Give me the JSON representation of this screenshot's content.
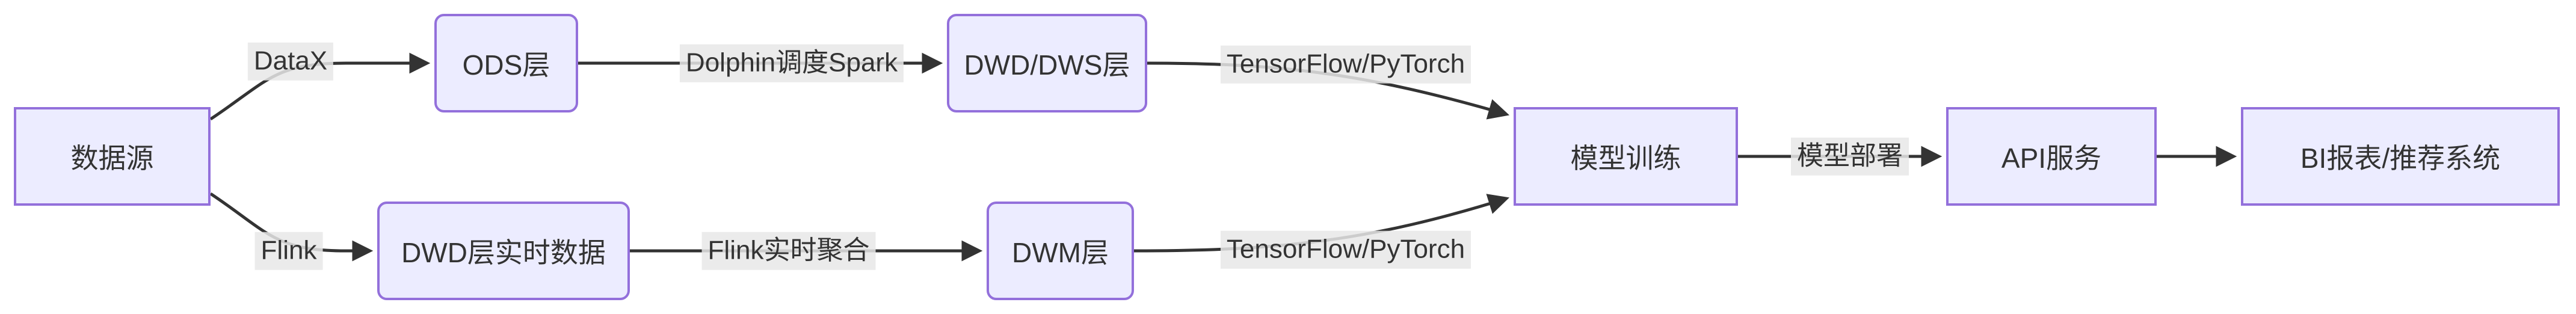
{
  "diagram": {
    "type": "flowchart",
    "direction": "left-to-right",
    "colors": {
      "background": "#ffffff",
      "node_fill": "#ECECFF",
      "node_border": "#9370DB",
      "edge": "#333333",
      "edge_label_bg": "#e8e8e8",
      "text": "#333333"
    },
    "nodes": [
      {
        "id": "datasource",
        "label": "数据源",
        "shape": "rect"
      },
      {
        "id": "ods",
        "label": "ODS层",
        "shape": "rounded"
      },
      {
        "id": "dwd_dws",
        "label": "DWD/DWS层",
        "shape": "rounded"
      },
      {
        "id": "dwd_rt",
        "label": "DWD层实时数据",
        "shape": "rounded"
      },
      {
        "id": "dwm",
        "label": "DWM层",
        "shape": "rounded"
      },
      {
        "id": "train",
        "label": "模型训练",
        "shape": "rect"
      },
      {
        "id": "api",
        "label": "API服务",
        "shape": "rect"
      },
      {
        "id": "bi",
        "label": "BI报表/推荐系统",
        "shape": "rect"
      }
    ],
    "edges": [
      {
        "from": "datasource",
        "to": "ods",
        "label": "DataX"
      },
      {
        "from": "ods",
        "to": "dwd_dws",
        "label": "Dolphin调度Spark"
      },
      {
        "from": "dwd_dws",
        "to": "train",
        "label": "TensorFlow/PyTorch"
      },
      {
        "from": "datasource",
        "to": "dwd_rt",
        "label": "Flink"
      },
      {
        "from": "dwd_rt",
        "to": "dwm",
        "label": "Flink实时聚合"
      },
      {
        "from": "dwm",
        "to": "train",
        "label": "TensorFlow/PyTorch"
      },
      {
        "from": "train",
        "to": "api",
        "label": "模型部署"
      },
      {
        "from": "api",
        "to": "bi",
        "label": ""
      }
    ]
  }
}
